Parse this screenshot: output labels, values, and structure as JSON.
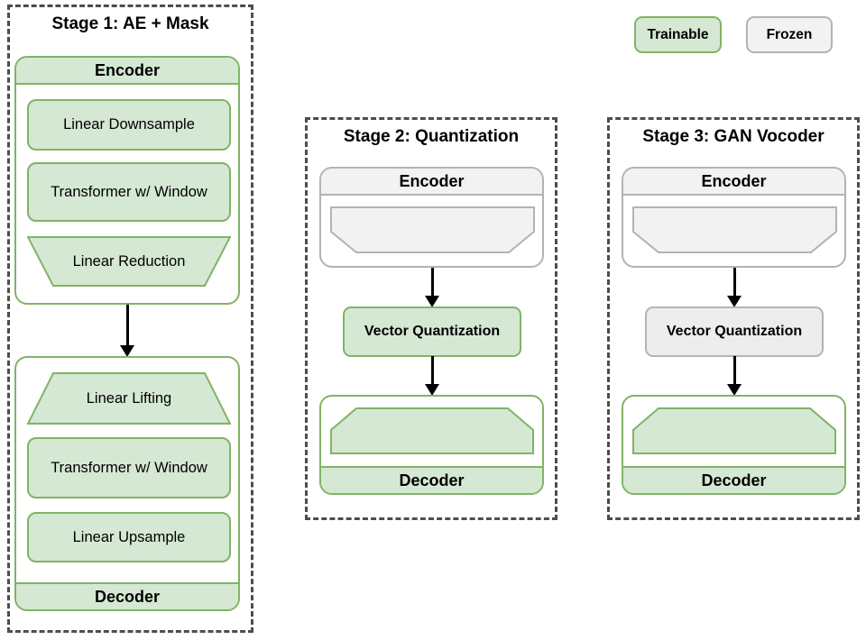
{
  "legend": {
    "trainable_label": "Trainable",
    "frozen_label": "Frozen"
  },
  "colors": {
    "trainable_fill": "#d5e8d4",
    "trainable_border": "#82b366",
    "frozen_fill": "#f2f2f2",
    "frozen_border": "#b3b3b3",
    "dashed_border": "#4d4d4d",
    "arrow": "#000000",
    "background": "#ffffff"
  },
  "stages": [
    {
      "title": "Stage 1: AE + Mask",
      "encoder_label": "Encoder",
      "decoder_label": "Decoder",
      "encoder_blocks": [
        "Linear Downsample",
        "Transformer w/ Window",
        "Linear Reduction"
      ],
      "decoder_blocks": [
        "Linear Lifting",
        "Transformer w/ Window",
        "Linear Upsample"
      ]
    },
    {
      "title": "Stage 2: Quantization",
      "encoder_label": "Encoder",
      "vq_label": "Vector Quantization",
      "decoder_label": "Decoder",
      "encoder_state": "frozen",
      "vq_state": "trainable",
      "decoder_state": "trainable"
    },
    {
      "title": "Stage 3: GAN Vocoder",
      "encoder_label": "Encoder",
      "vq_label": "Vector Quantization",
      "decoder_label": "Decoder",
      "encoder_state": "frozen",
      "vq_state": "frozen",
      "decoder_state": "trainable"
    }
  ]
}
